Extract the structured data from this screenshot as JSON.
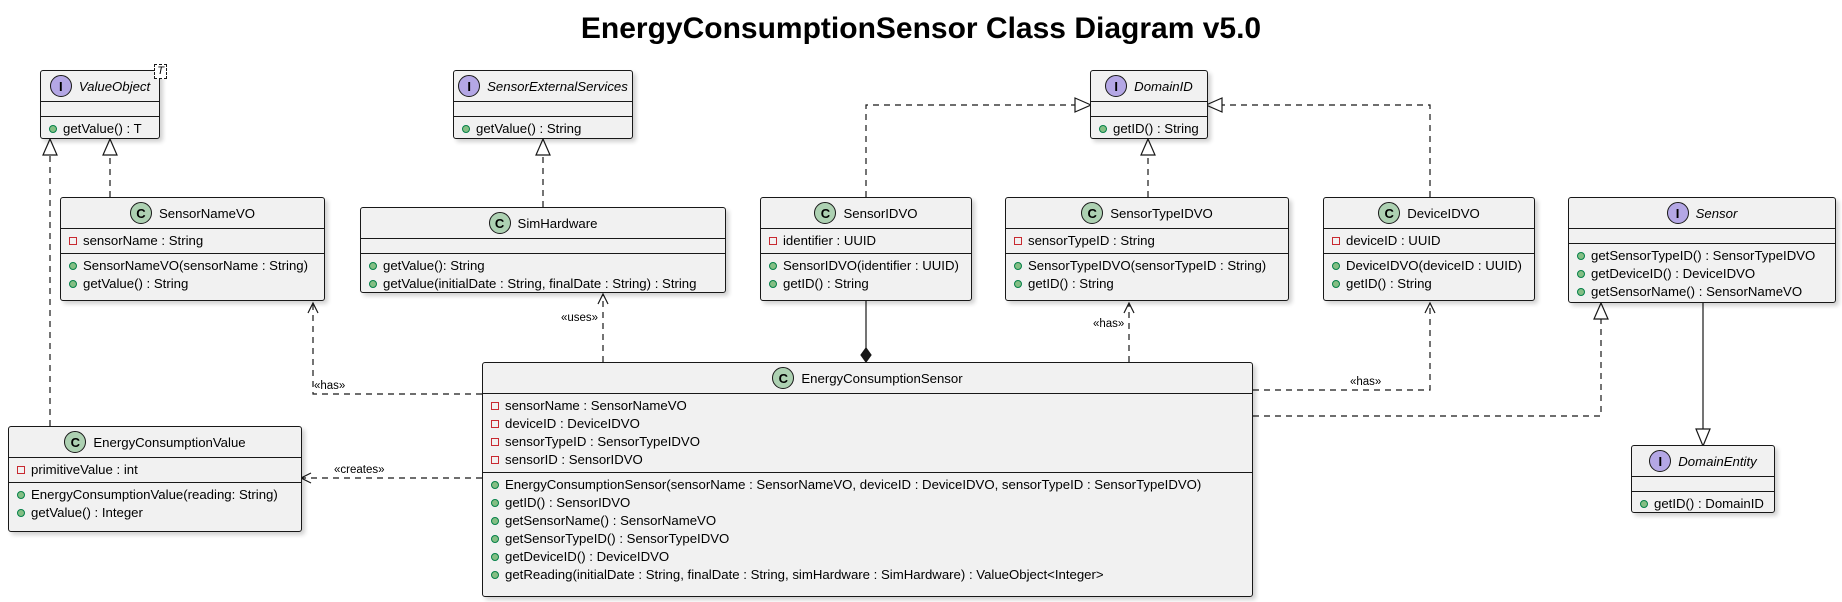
{
  "title": "EnergyConsumptionSensor Class Diagram v5.0",
  "stereotype_badges": {
    "class": "C",
    "interface": "I"
  },
  "colors": {
    "class_badge": "#add1b2",
    "interface_badge": "#b4a7e5",
    "box_fill": "#f1f1f1",
    "public_marker": "#84be84",
    "private_marker": "#c82930"
  },
  "nodes": {
    "valueobject": {
      "kind": "interface",
      "name": "ValueObject",
      "type_param": "T",
      "attributes": [],
      "methods": [
        "getValue() : T"
      ]
    },
    "sensorexternalservices": {
      "kind": "interface",
      "name": "SensorExternalServices",
      "attributes": [],
      "methods": [
        "getValue() : String"
      ]
    },
    "domainid": {
      "kind": "interface",
      "name": "DomainID",
      "attributes": [],
      "methods": [
        "getID() : String"
      ]
    },
    "sensornamevo": {
      "kind": "class",
      "name": "SensorNameVO",
      "attributes": [
        "sensorName : String"
      ],
      "methods": [
        "SensorNameVO(sensorName : String)",
        "getValue() : String"
      ]
    },
    "simhardware": {
      "kind": "class",
      "name": "SimHardware",
      "attributes": [],
      "methods": [
        "getValue(): String",
        "getValue(initialDate : String, finalDate : String) : String"
      ]
    },
    "sensoridvo": {
      "kind": "class",
      "name": "SensorIDVO",
      "attributes": [
        "identifier : UUID"
      ],
      "methods": [
        "SensorIDVO(identifier : UUID)",
        "getID() : String"
      ]
    },
    "sensortypeidvo": {
      "kind": "class",
      "name": "SensorTypeIDVO",
      "attributes": [
        "sensorTypeID : String"
      ],
      "methods": [
        "SensorTypeIDVO(sensorTypeID : String)",
        "getID() : String"
      ]
    },
    "deviceidvo": {
      "kind": "class",
      "name": "DeviceIDVO",
      "attributes": [
        "deviceID : UUID"
      ],
      "methods": [
        "DeviceIDVO(deviceID : UUID)",
        "getID() : String"
      ]
    },
    "sensor": {
      "kind": "interface",
      "name": "Sensor",
      "attributes": [],
      "methods": [
        "getSensorTypeID() : SensorTypeIDVO",
        "getDeviceID() : DeviceIDVO",
        "getSensorName() : SensorNameVO"
      ]
    },
    "energyconsumptionsensor": {
      "kind": "class",
      "name": "EnergyConsumptionSensor",
      "attributes": [
        "sensorName : SensorNameVO",
        "deviceID : DeviceIDVO",
        "sensorTypeID : SensorTypeIDVO",
        "sensorID : SensorIDVO"
      ],
      "methods": [
        "EnergyConsumptionSensor(sensorName : SensorNameVO, deviceID : DeviceIDVO, sensorTypeID : SensorTypeIDVO)",
        "getID() : SensorIDVO",
        "getSensorName() : SensorNameVO",
        "getSensorTypeID() : SensorTypeIDVO",
        "getDeviceID() : DeviceIDVO",
        "getReading(initialDate : String, finalDate : String, simHardware : SimHardware) : ValueObject<Integer>"
      ]
    },
    "energyconsumptionvalue": {
      "kind": "class",
      "name": "EnergyConsumptionValue",
      "attributes": [
        "primitiveValue : int"
      ],
      "methods": [
        "EnergyConsumptionValue(reading: String)",
        "getValue() : Integer"
      ]
    },
    "domainentity": {
      "kind": "interface",
      "name": "DomainEntity",
      "attributes": [],
      "methods": [
        "getID() : DomainID"
      ]
    }
  },
  "edges": [
    {
      "from": "sensornamevo",
      "to": "valueobject",
      "type": "realization",
      "label": ""
    },
    {
      "from": "energyconsumptionvalue",
      "to": "valueobject",
      "type": "realization",
      "label": ""
    },
    {
      "from": "simhardware",
      "to": "sensorexternalservices",
      "type": "realization",
      "label": ""
    },
    {
      "from": "sensoridvo",
      "to": "domainid",
      "type": "realization",
      "label": ""
    },
    {
      "from": "sensortypeidvo",
      "to": "domainid",
      "type": "realization",
      "label": ""
    },
    {
      "from": "deviceidvo",
      "to": "domainid",
      "type": "realization",
      "label": ""
    },
    {
      "from": "energyconsumptionsensor",
      "to": "sensor",
      "type": "realization",
      "label": ""
    },
    {
      "from": "sensor",
      "to": "domainentity",
      "type": "generalization",
      "label": ""
    },
    {
      "from": "energyconsumptionsensor",
      "to": "sensoridvo",
      "type": "composition",
      "label": ""
    },
    {
      "from": "energyconsumptionsensor",
      "to": "sensornamevo",
      "type": "dependency",
      "label": "«has»"
    },
    {
      "from": "energyconsumptionsensor",
      "to": "simhardware",
      "type": "dependency",
      "label": "«uses»"
    },
    {
      "from": "energyconsumptionsensor",
      "to": "sensortypeidvo",
      "type": "dependency",
      "label": "«has»"
    },
    {
      "from": "energyconsumptionsensor",
      "to": "deviceidvo",
      "type": "dependency",
      "label": "«has»"
    },
    {
      "from": "energyconsumptionsensor",
      "to": "energyconsumptionvalue",
      "type": "dependency",
      "label": "«creates»"
    }
  ]
}
